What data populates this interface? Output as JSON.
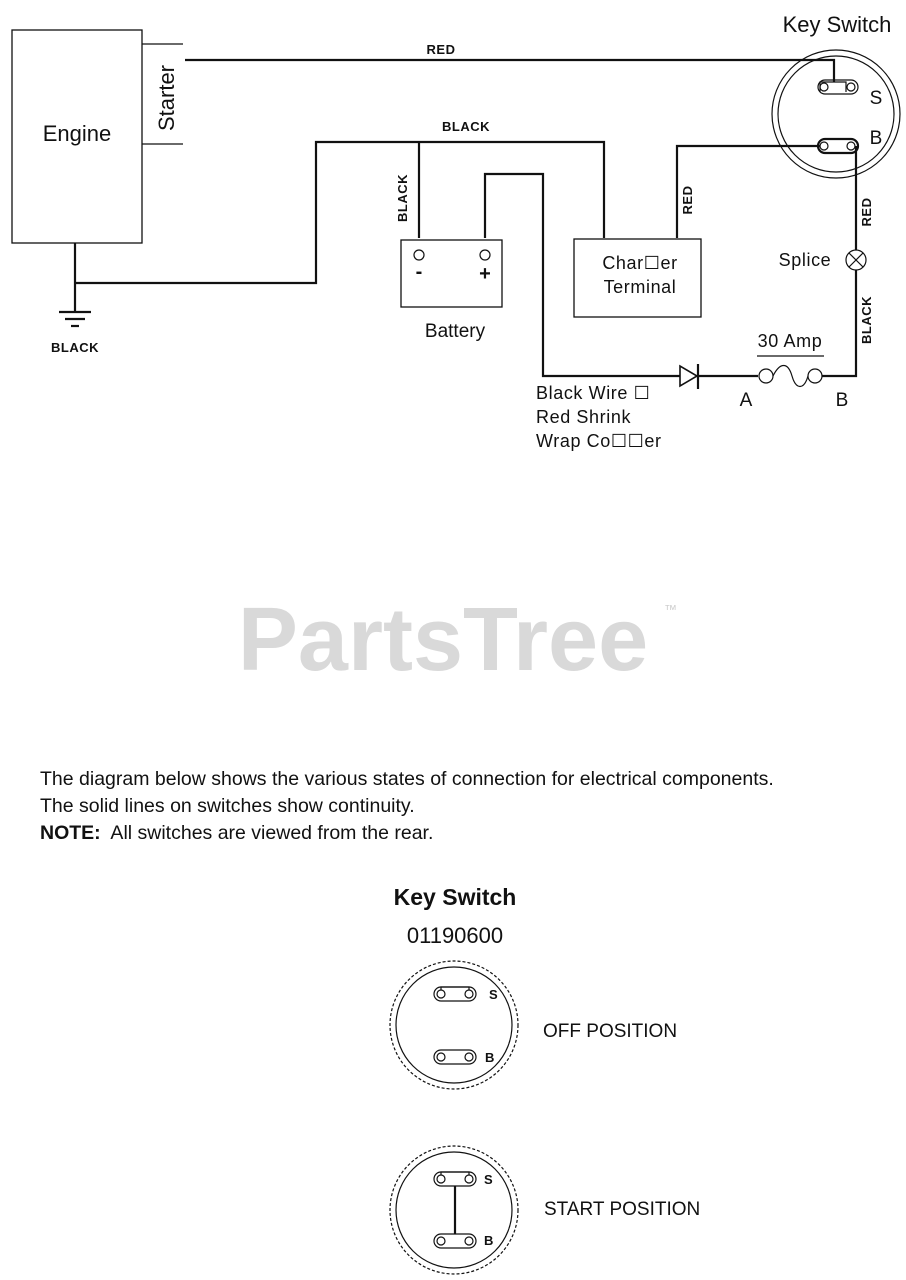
{
  "labels": {
    "engine": "Engine",
    "starter": "Starter",
    "key_switch_top": "Key Switch",
    "terminal_s": "S",
    "terminal_b": "B",
    "wire_red_top": "RED",
    "wire_black_top": "BLACK",
    "wire_black_battery": "BLACK",
    "wire_red_charger": "RED",
    "wire_red_switch": "RED",
    "wire_black_fuse": "BLACK",
    "ground_black": "BLACK",
    "battery": "Battery",
    "battery_neg": "-",
    "battery_pos": "+",
    "charger_line1": "Char☐er",
    "charger_line2": "Terminal",
    "splice": "Splice",
    "fuse_rating": "30 Amp",
    "fuse_a": "A",
    "fuse_b": "B",
    "diode_note_line1": "Black Wire ☐",
    "diode_note_line2": "Red Shrink",
    "diode_note_line3": "Wrap Co☐☐er"
  },
  "watermark": {
    "text": "PartsTree",
    "tm": "™"
  },
  "notes": {
    "line1": "The diagram below shows the various states of connection for electrical components.",
    "line2": "The solid lines on switches show continuity.",
    "line3_bold": "NOTE:",
    "line3_rest": "  All switches are viewed from the rear."
  },
  "key_switch_detail": {
    "title": "Key Switch",
    "part_number": "01190600",
    "states": [
      {
        "label": "OFF POSITION",
        "terminals": [
          "S",
          "B"
        ],
        "continuity": []
      },
      {
        "label": "START POSITION",
        "terminals": [
          "S",
          "B"
        ],
        "continuity": [
          [
            "S",
            "B"
          ]
        ]
      }
    ]
  }
}
